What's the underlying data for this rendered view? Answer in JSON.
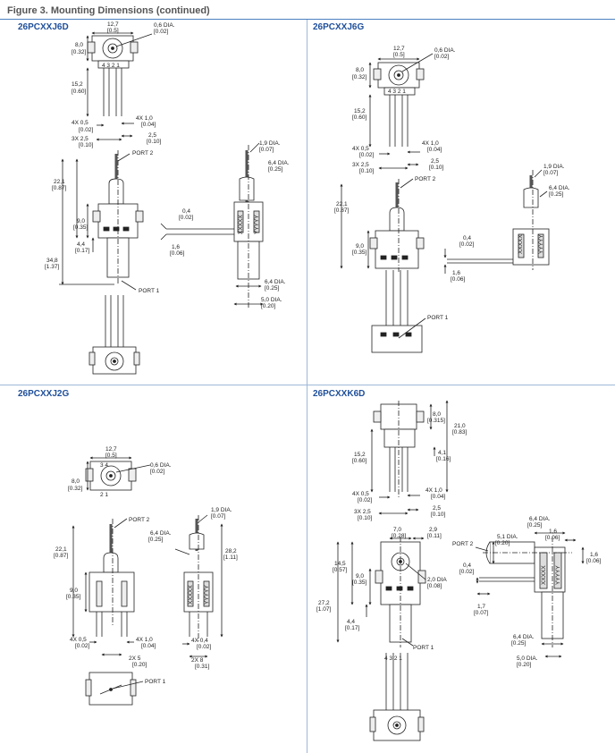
{
  "figure_title": "Figure 3. Mounting Dimensions (continued)",
  "panels": {
    "j6d": {
      "title": "26PCXXJ6D",
      "labels": {
        "w1": "12,7",
        "w2": "[0.5]",
        "dia1": "0,6 DIA.",
        "dia2": "[0.02]",
        "h1": "8,0",
        "h2": "[0.32]",
        "pin_nums": "4  3  2  1",
        "l1": "15,2",
        "l2": "[0.60]",
        "p1a": "4X 0,5",
        "p1b": "[0.02]",
        "p2a": "4X 1,0",
        "p2b": "[0.04]",
        "p3a": "3X 2,5",
        "p3b": "[0.10]",
        "p4a": "2,5",
        "p4b": "[0.10]",
        "port2": "PORT 2",
        "a1": "22,1",
        "a2": "[0.87]",
        "b1": "9,0",
        "b2": "[0.35]",
        "c1": "4,4",
        "c2": "[0.17]",
        "t1": "34,8",
        "t2": "[1.37]",
        "port1": "PORT 1",
        "s1a": "1,9 DIA.",
        "s1b": "[0.07]",
        "s2a": "6,4 DIA.",
        "s2b": "[0.25]",
        "s3a": "0,4",
        "s3b": "[0.02]",
        "s4a": "1,6",
        "s4b": "[0.06]",
        "s5a": "6,4 DIA.",
        "s5b": "[0.25]",
        "s6a": "5,0 DIA.",
        "s6b": "[0.20]",
        "stamp1": "XXXXX",
        "stamp2": "YYYYY"
      }
    },
    "j6g": {
      "title": "26PCXXJ6G",
      "labels": {
        "w1": "12,7",
        "w2": "[0.5]",
        "dia1": "0,6 DIA.",
        "dia2": "[0.02]",
        "h1": "8,0",
        "h2": "[0.32]",
        "pin_nums": "4  3  2  1",
        "l1": "15,2",
        "l2": "[0.60]",
        "p1a": "4X 0,5",
        "p1b": "[0.02]",
        "p2a": "4X 1,0",
        "p2b": "[0.04]",
        "p3a": "3X 2,5",
        "p3b": "[0.10]",
        "p4a": "2,5",
        "p4b": "[0.10]",
        "port2": "PORT 2",
        "a1": "22,1",
        "a2": "[0.87]",
        "b1": "9,0",
        "b2": "[0.35]",
        "port1": "PORT 1",
        "s1a": "1,9 DIA.",
        "s1b": "[0.07]",
        "s2a": "6,4 DIA.",
        "s2b": "[0.25]",
        "s3a": "0,4",
        "s3b": "[0.02]",
        "s4a": "1,6",
        "s4b": "[0.06]",
        "stamp1": "XXXXX",
        "stamp2": "YYYYY"
      }
    },
    "j2g": {
      "title": "26PCXXJ2G",
      "labels": {
        "w1": "12,7",
        "w2": "[0.5]",
        "pin_top": "3    4",
        "dia1": "0,6 DIA.",
        "dia2": "[0.02]",
        "h1": "8,0",
        "h2": "[0.32]",
        "pin_bot": "2    1",
        "port2": "PORT 2",
        "s1a": "1,9 DIA.",
        "s1b": "[0.07]",
        "s2a": "6,4 DIA.",
        "s2b": "[0.25]",
        "a1": "22,1",
        "a2": "[0.87]",
        "r1": "28,2",
        "r2": "[1.11]",
        "b1": "9,0",
        "b2": "[0.35]",
        "p1a": "4X 0,5",
        "p1b": "[0.02]",
        "p2a": "4X 1,0",
        "p2b": "[0.04]",
        "p3a": "2X 5",
        "p3b": "[0.20]",
        "p4a": "4X 0,4",
        "p4b": "[0.02]",
        "p5a": "2X 8",
        "p5b": "[0.31]",
        "port1": "PORT 1",
        "stamp1": "XXXXX",
        "stamp2": "YYYYY"
      }
    },
    "k6d": {
      "title": "26PCXXK6D",
      "labels": {
        "h1": "8,0",
        "h2": "[0.315]",
        "t1": "21,0",
        "t2": "[0.83]",
        "l1": "15,2",
        "l2": "[0.60]",
        "m1": "4,1",
        "m2": "[0.16]",
        "p1a": "4X 0,5",
        "p1b": "[0.02]",
        "p2a": "4X 1,0",
        "p2b": "[0.04]",
        "p3a": "3X 2,5",
        "p3b": "[0.10]",
        "p4a": "2,5",
        "p4b": "[0.10]",
        "w1": "7,0",
        "w2": "[0.28]",
        "w3": "2,9",
        "w4": "[0.11]",
        "a1": "14,5",
        "a2": "[0.57]",
        "b1": "9,0",
        "b2": "[0.35]",
        "dia1": "2,0 DIA",
        "dia2": "[0.08]",
        "z1": "27,2",
        "z2": "[1.07]",
        "c1": "4,4",
        "c2": "[0.17]",
        "port1": "PORT 1",
        "pin_nums": "4  3  2  1",
        "port2": "PORT 2",
        "s1a": "6,4 DIA.",
        "s1b": "[0.25]",
        "s2a": "5,1 DIA.",
        "s2b": "[0.20]",
        "s3a": "1,6",
        "s3b": "[0.06]",
        "s4a": "1,6",
        "s4b": "[0.06]",
        "s5a": "0,4",
        "s5b": "[0.02]",
        "s6a": "1,7",
        "s6b": "[0.07]",
        "s7a": "6,4 DIA.",
        "s7b": "[0.25]",
        "s8a": "5,0 DIA.",
        "s8b": "[0.20]",
        "stamp1": "XXXXX",
        "stamp2": "YYYYY"
      }
    }
  }
}
